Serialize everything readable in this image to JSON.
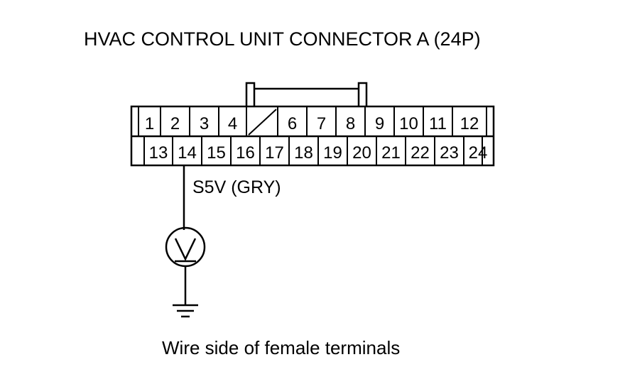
{
  "title": "HVAC CONTROL UNIT CONNECTOR A (24P)",
  "connector": {
    "top_row": [
      "1",
      "2",
      "3",
      "4",
      "",
      "6",
      "7",
      "8",
      "9",
      "10",
      "11",
      "12"
    ],
    "bottom_row": [
      "13",
      "14",
      "15",
      "16",
      "17",
      "18",
      "19",
      "20",
      "21",
      "22",
      "23",
      "24"
    ],
    "probe_pin": "14"
  },
  "wire_label": "S5V (GRY)",
  "meter_symbol": "V",
  "caption": "Wire side of female terminals"
}
